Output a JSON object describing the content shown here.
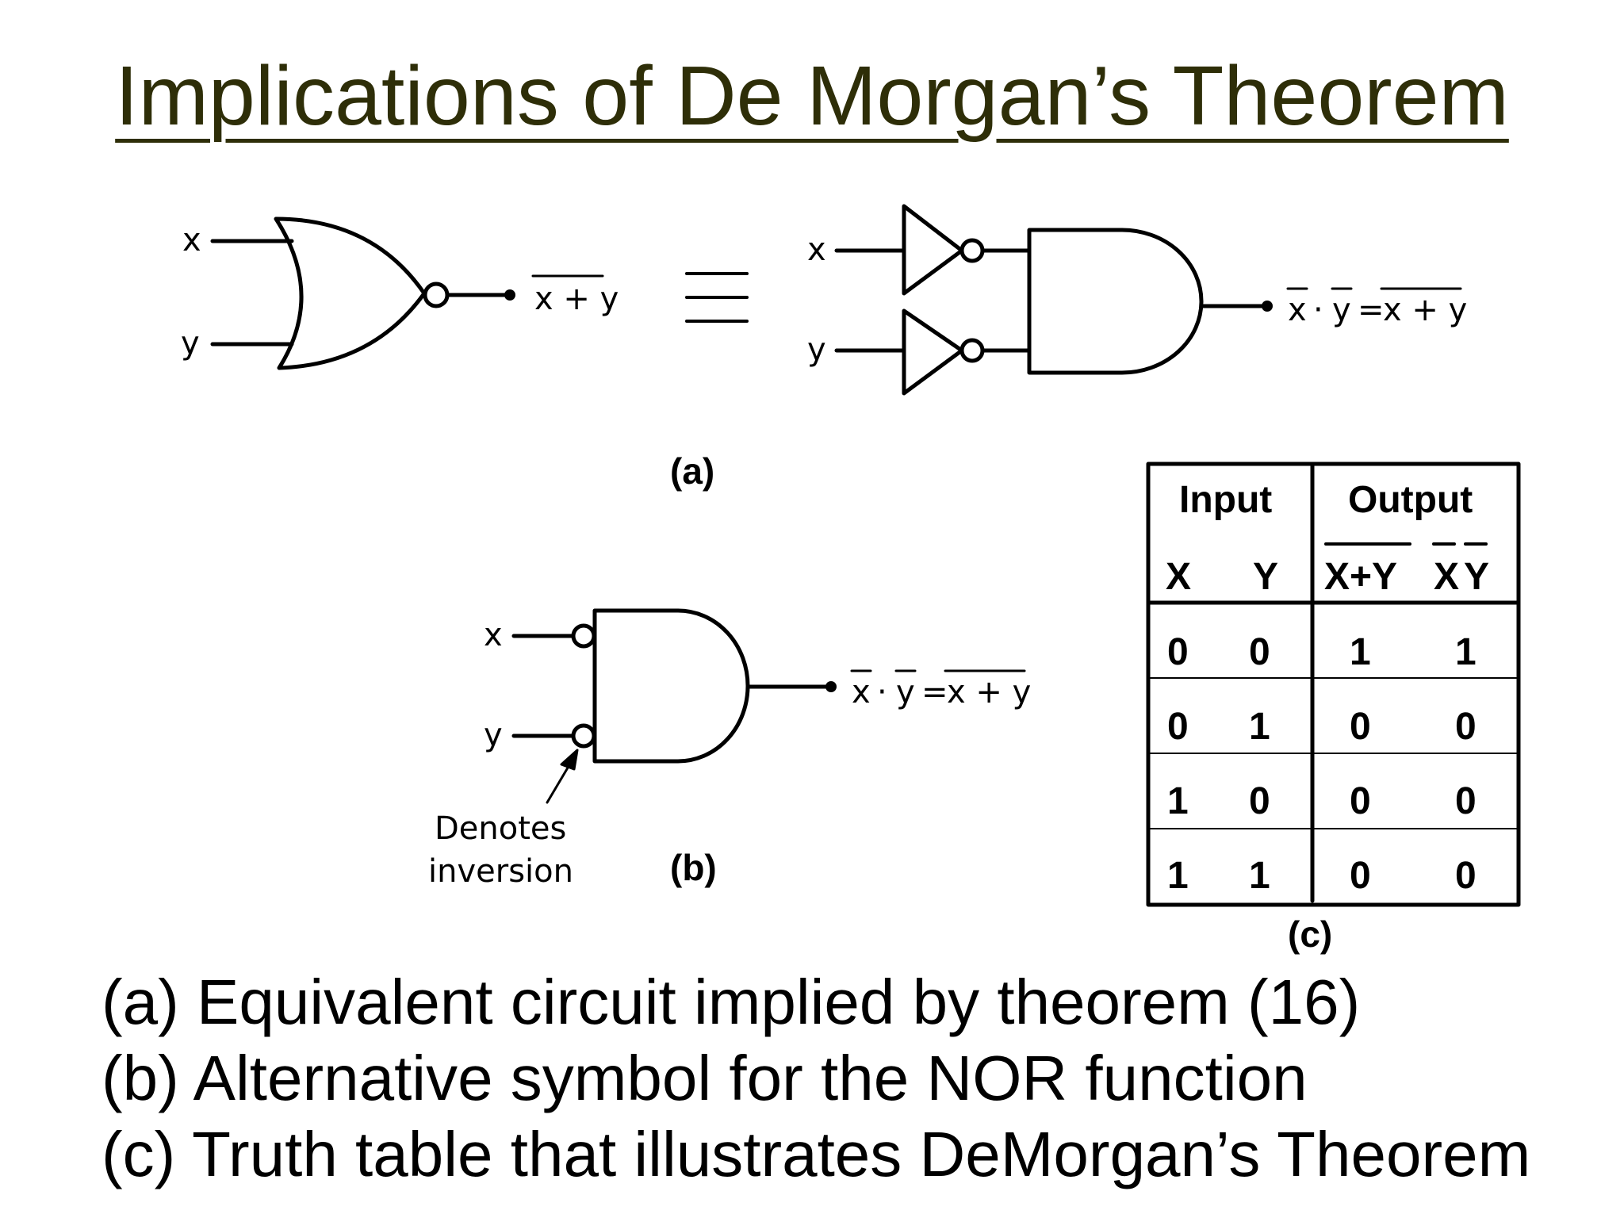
{
  "title": "Implications of De Morgan’s Theorem",
  "figure_a": {
    "label": "(a)",
    "input_x": "x",
    "input_y": "y",
    "nor_output": "x + y",
    "equivalence_symbol": "≡",
    "and_input_x": "x",
    "and_input_y": "y",
    "and_output_left_x": "x",
    "and_output_dot": "·",
    "and_output_left_y": "y",
    "and_output_equals": "=",
    "and_output_right": "x + y"
  },
  "figure_b": {
    "label": "(b)",
    "input_x": "x",
    "input_y": "y",
    "output_left_x": "x",
    "output_dot": "·",
    "output_left_y": "y",
    "output_equals": "=",
    "output_right": "x + y",
    "annotation_line1": "Denotes",
    "annotation_line2": "inversion"
  },
  "figure_c": {
    "label": "(c)",
    "header_input": "Input",
    "header_output": "Output",
    "col_x": "X",
    "col_y": "Y",
    "col_nor": "X+Y",
    "col_and_x": "X",
    "col_and_y": "Y",
    "rows": [
      [
        "0",
        "0",
        "1",
        "1"
      ],
      [
        "0",
        "1",
        "0",
        "0"
      ],
      [
        "1",
        "0",
        "0",
        "0"
      ],
      [
        "1",
        "1",
        "0",
        "0"
      ]
    ]
  },
  "captions": [
    "(a) Equivalent circuit implied by theorem (16)",
    "(b) Alternative symbol for the NOR function",
    "(c) Truth table that illustrates DeMorgan’s Theorem"
  ]
}
